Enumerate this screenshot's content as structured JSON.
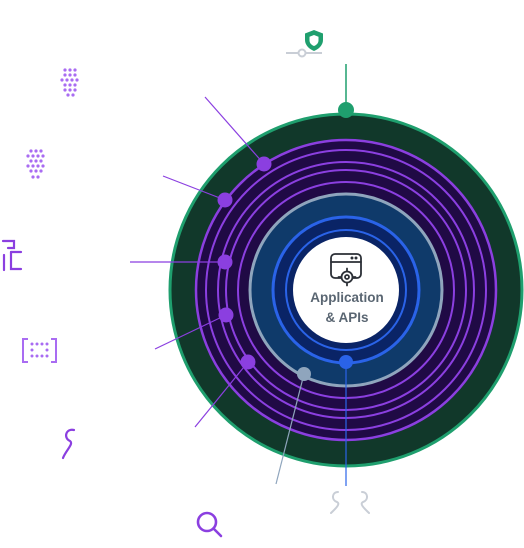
{
  "hub": {
    "line1": "Application",
    "line2": "& APIs",
    "icon": "browser-gear-icon"
  },
  "colors": {
    "outer_ring": "#1f9f6e",
    "outer_fill": "#11382a",
    "purple_ring": "#8b3fe0",
    "purple_fill": "#200a45",
    "steel_ring": "#8fa5bd",
    "steel_fill": "#0f3a6a",
    "blue_ring": "#2a63e8",
    "blue_fill": "#0a2466",
    "green_accent": "#1f9f6e",
    "purple_accent": "#8b3fe0",
    "muted_icon": "#c9ced6"
  },
  "layers": [
    {
      "name": "outer-security-ring",
      "icon": "shield-icon"
    },
    {
      "name": "purple-ring-1",
      "icon": "dot-grid-icon"
    },
    {
      "name": "purple-ring-2",
      "icon": "dot-grid-icon"
    },
    {
      "name": "purple-ring-3",
      "icon": "glyph-icon"
    },
    {
      "name": "purple-ring-4",
      "icon": "bracket-dots-icon"
    },
    {
      "name": "purple-ring-5",
      "icon": "tail-icon"
    },
    {
      "name": "steel-ring",
      "icon": "search-icon"
    },
    {
      "name": "blue-ring",
      "icon": "double-tail-icon"
    }
  ]
}
